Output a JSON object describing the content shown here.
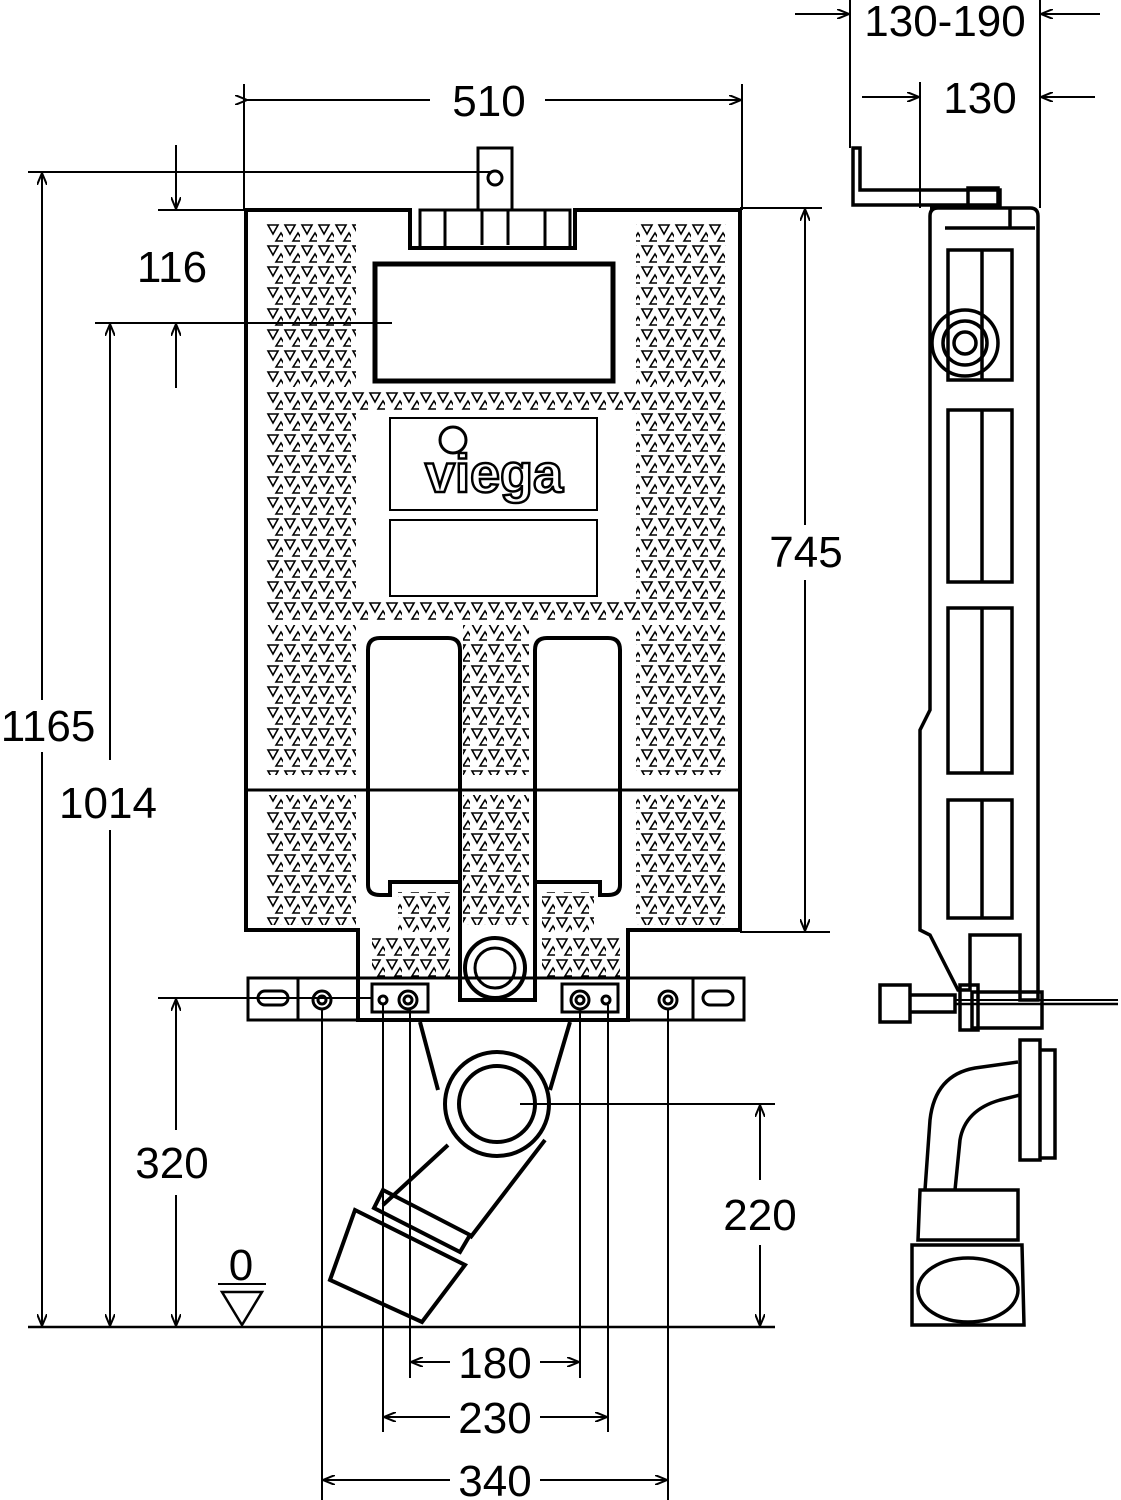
{
  "brand": {
    "logo_text": "viega"
  },
  "dimensions": {
    "width_top": "510",
    "side_range": "130-190",
    "side_depth": "130",
    "frame_to_top": "116",
    "total_height": "1165",
    "mount_height": "1014",
    "frame_height": "745",
    "bracket_height": "320",
    "drain_height": "220",
    "datum": "0",
    "bolt_spacing_inner": "180",
    "bolt_spacing_mid": "230",
    "bolt_spacing_outer": "340"
  },
  "colors": {
    "line": "#000000",
    "background": "#ffffff"
  }
}
